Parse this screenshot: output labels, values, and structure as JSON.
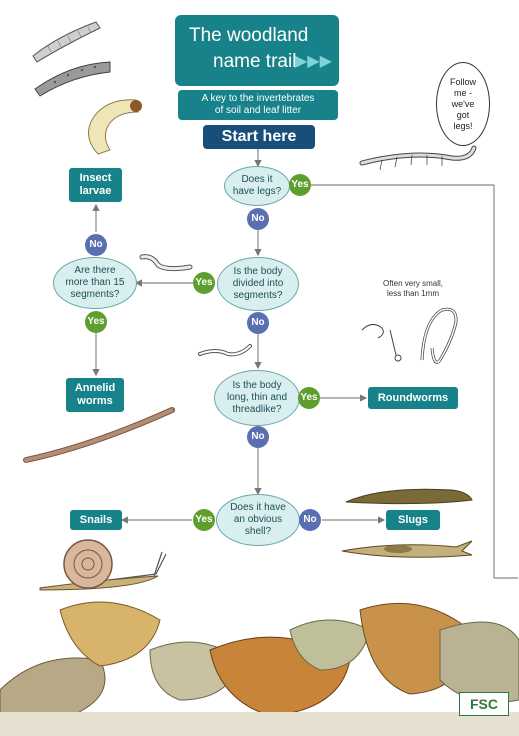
{
  "title": {
    "line1": "The woodland",
    "line2": "name trail",
    "arrows": "▶▶▶"
  },
  "subtitle": {
    "line1": "A key to the invertebrates",
    "line2": "of soil and leaf litter"
  },
  "start_label": "Start here",
  "speech_bubble": [
    "Follow",
    "me -",
    "we've",
    "got",
    "legs!"
  ],
  "questions": {
    "legs": [
      "Does it",
      "have legs?"
    ],
    "segments": [
      "Is the body",
      "divided into",
      "segments?"
    ],
    "more_than_15": [
      "Are there",
      "more than 15",
      "segments?"
    ],
    "threadlike": [
      "Is the body",
      "long, thin and",
      "threadlike?"
    ],
    "shell": [
      "Does it have",
      "an obvious",
      "shell?"
    ]
  },
  "answers": {
    "insect_larvae": [
      "Insect",
      "larvae"
    ],
    "annelid_worms": [
      "Annelid",
      "worms"
    ],
    "roundworms": "Roundworms",
    "snails": "Snails",
    "slugs": "Slugs"
  },
  "yes_label": "Yes",
  "no_label": "No",
  "roundworm_note": [
    "Often very small,",
    "less than 1mm"
  ],
  "logo": "FSC",
  "colors": {
    "teal": "#17828a",
    "navy": "#184f7a",
    "yes_green": "#5e9e2e",
    "no_blue": "#5a6fb2",
    "question_fill": "#d9eeee"
  }
}
